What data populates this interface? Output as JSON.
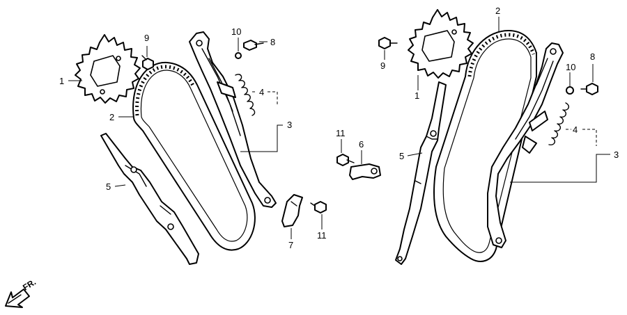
{
  "diagram": {
    "callouts_left": {
      "sprocket": "1",
      "chain": "2",
      "tensioner_arm": "3",
      "spring": "4",
      "guide": "5",
      "pad": "7",
      "bolt_upper": "8",
      "sprocket_bolt": "9",
      "washer": "10",
      "pad_bolt": "11"
    },
    "callouts_center": {
      "bracket": "6",
      "bracket_bolt": "11"
    },
    "callouts_right": {
      "sprocket": "1",
      "chain": "2",
      "tensioner_arm": "3",
      "spring": "4",
      "guide": "5",
      "bolt_upper": "8",
      "sprocket_bolt": "9",
      "washer": "10"
    },
    "front_arrow": {
      "label": "FR."
    }
  }
}
